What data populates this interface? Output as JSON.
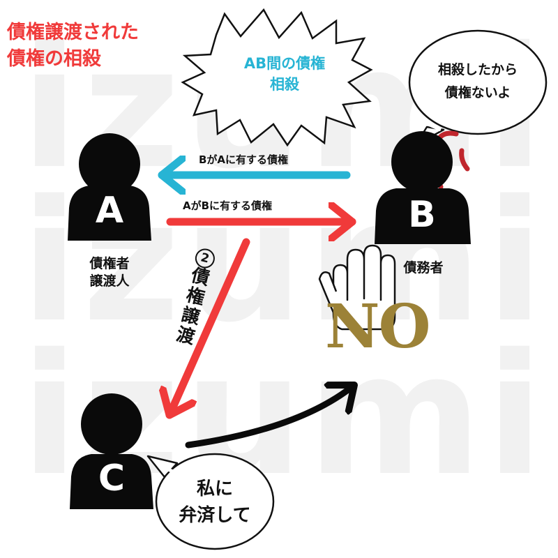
{
  "watermark": [
    "izumin",
    "izumin",
    "izumin"
  ],
  "title": {
    "line1": "債権譲渡された",
    "line2": "債権の相殺"
  },
  "spike_bubble": {
    "line1": "AB間の債権",
    "line2": "相殺"
  },
  "speech_b": {
    "line1": "相殺したから",
    "line2": "債権ないよ"
  },
  "speech_c": {
    "line1": "私に",
    "line2": "弁済して"
  },
  "arrows": {
    "b_to_a": "BがAに有する債権",
    "a_to_b": "AがBに有する債権"
  },
  "persons": {
    "a_letter": "A",
    "b_letter": "B",
    "c_letter": "C"
  },
  "roles": {
    "a_line1": "債権者",
    "a_line2": "譲渡人",
    "b": "債務者"
  },
  "transfer": {
    "number": "2",
    "label": [
      "債",
      "権",
      "譲",
      "渡"
    ]
  },
  "no_sign": "NO",
  "colors": {
    "red": "#f03a3a",
    "blue": "#27b4d4",
    "gold": "#9c8237",
    "dark_red": "#c0262d",
    "black": "#0a0a0a"
  }
}
